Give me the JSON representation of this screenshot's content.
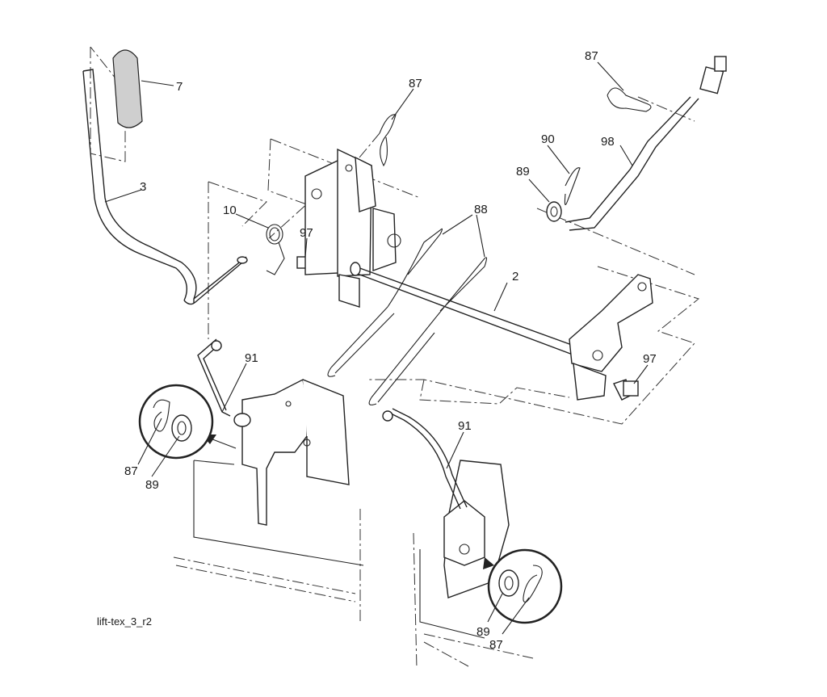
{
  "diagram": {
    "caption": "lift-tex_3_r2",
    "callouts": {
      "handle_grip": "7",
      "lift_handle": "3",
      "spring": "10",
      "bolt_left": "97",
      "clip_top": "87",
      "springs": "88",
      "lift_shaft": "2",
      "bolt_right": "97",
      "link_left": "91",
      "link_right": "91",
      "clip_right_top": "87",
      "hairpin": "90",
      "washer_top": "89",
      "rod": "98",
      "inset_left_clip": "87",
      "inset_left_washer": "89",
      "inset_right_washer": "89",
      "inset_right_clip": "87"
    }
  }
}
